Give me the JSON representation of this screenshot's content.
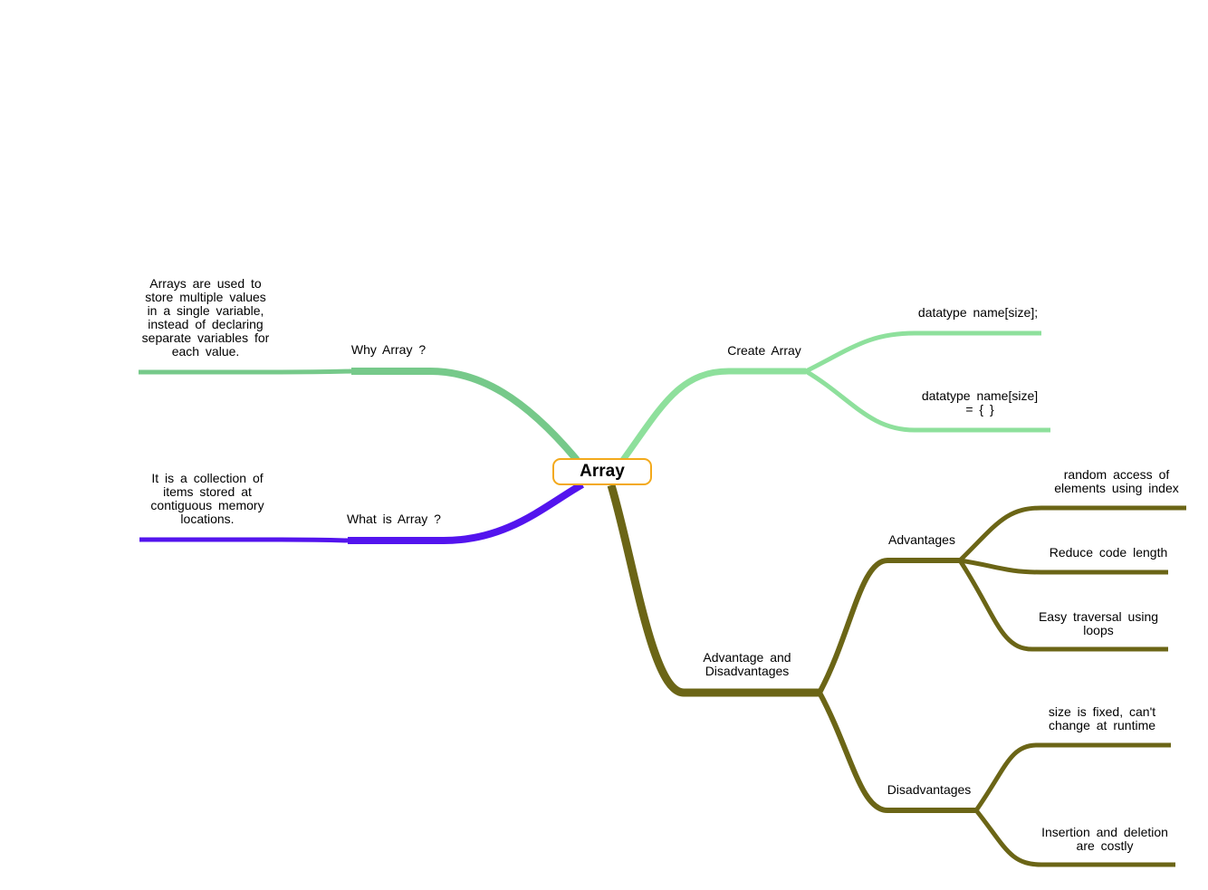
{
  "root": {
    "label": "Array"
  },
  "colors": {
    "why": "#76c98a",
    "what": "#5314ee",
    "create": "#8ee09c",
    "advdis": "#6b6516",
    "root_border": "#f3a91b"
  },
  "branches": {
    "why": {
      "label": "Why Array ?",
      "detail": "Arrays  are  used  to\nstore  multiple  values\nin  a  single  variable,\ninstead  of  declaring\nseparate  variables  for\neach  value."
    },
    "what": {
      "label": "What is Array ?",
      "detail": "It  is  a  collection  of\nitems  stored  at\ncontiguous  memory\nlocations."
    },
    "create": {
      "label": "Create Array",
      "children": [
        "datatype name[size];",
        "datatype  name[size]\n=  {   }"
      ]
    },
    "advdis": {
      "label": "Advantage  and\nDisadvantages",
      "advantages": {
        "label": "Advantages",
        "children": [
          "random  access  of\nelements  using  index",
          "Reduce code length",
          "Easy  traversal  using\nloops"
        ]
      },
      "disadvantages": {
        "label": "Disadvantages",
        "children": [
          "size  is  fixed,  can't\nchange  at  runtime",
          "Insertion  and  deletion\nare  costly"
        ]
      }
    }
  }
}
